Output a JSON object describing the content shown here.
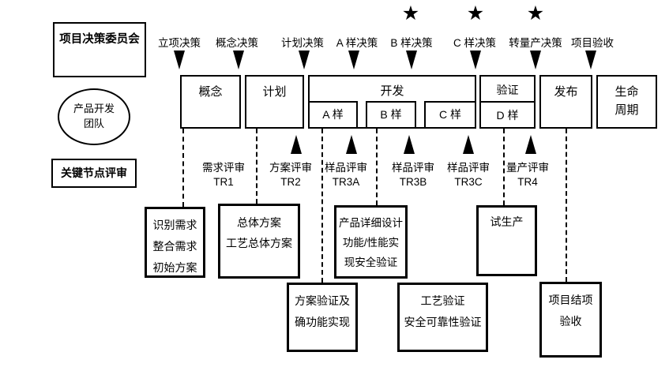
{
  "diagram": {
    "title_semantics": "product-development-process",
    "swimlanes": {
      "committee": "项目决策委员会",
      "team_line1": "产品开发",
      "team_line2": "团队",
      "review": "关键节点评审"
    },
    "star_glyph": "★",
    "decisions": [
      {
        "label": "立项决策",
        "star": false
      },
      {
        "label": "概念决策",
        "star": false
      },
      {
        "label": "计划决策",
        "star": false
      },
      {
        "label": "A 样决策",
        "star": false
      },
      {
        "label": "B 样决策",
        "star": true
      },
      {
        "label": "C 样决策",
        "star": true
      },
      {
        "label": "转量产决策",
        "star": true
      },
      {
        "label": "项目验收",
        "star": false
      }
    ],
    "phases": {
      "concept": "概念",
      "plan": "计划",
      "develop": "开发",
      "sample_a": "A 样",
      "sample_b": "B 样",
      "sample_c": "C 样",
      "verify": "验证",
      "sample_d": "D 样",
      "release": "发布",
      "lifecycle_line1": "生命",
      "lifecycle_line2": "周期"
    },
    "reviews": [
      {
        "name": "需求评审",
        "code": "TR1"
      },
      {
        "name": "方案评审",
        "code": "TR2"
      },
      {
        "name": "样品评审",
        "code": "TR3A"
      },
      {
        "name": "样品评审",
        "code": "TR3B"
      },
      {
        "name": "样品评审",
        "code": "TR3C"
      },
      {
        "name": "量产评审",
        "code": "TR4"
      }
    ],
    "activities": {
      "identify": {
        "line1": "识别需求",
        "line2": "整合需求",
        "line3": "初始方案"
      },
      "overall_plan": {
        "line1": "总体方案",
        "line2": "工艺总体方案"
      },
      "detail_design": {
        "line1": "产品详细设计",
        "line2": "功能/性能实",
        "line3": "现安全验证"
      },
      "trial_production": {
        "line1": "试生产"
      },
      "scheme_verify": {
        "line1": "方案验证及",
        "line2": "确功能实现"
      },
      "process_verify": {
        "line1": "工艺验证",
        "line2": "安全可靠性验证"
      },
      "closure": {
        "line1": "项目结项",
        "line2": "验收"
      }
    }
  },
  "colors": {
    "line": "#000000",
    "background": "#ffffff"
  }
}
